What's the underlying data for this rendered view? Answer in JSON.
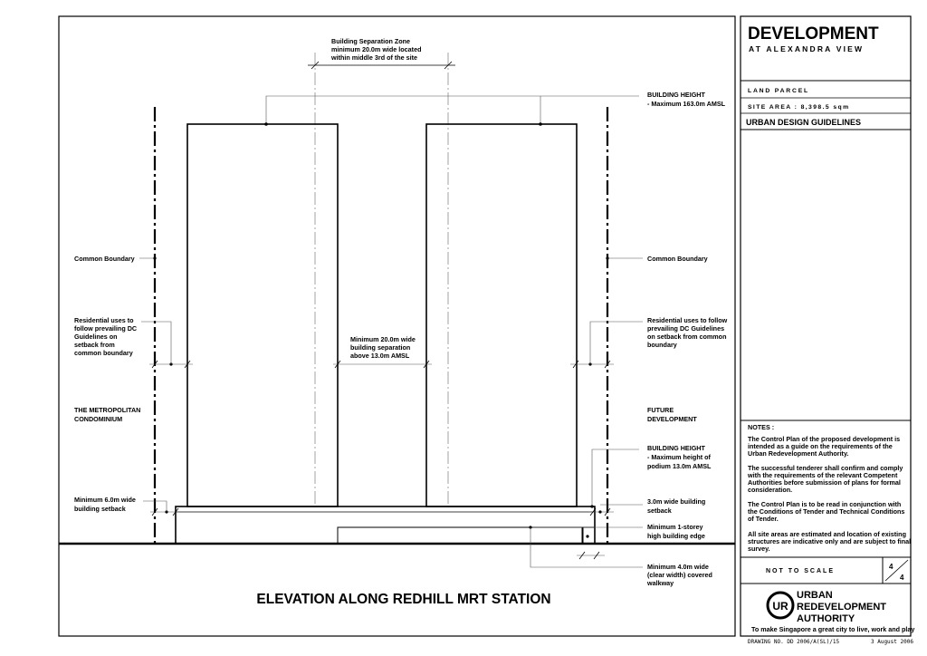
{
  "drawing": {
    "title": "ELEVATION ALONG REDHILL MRT STATION",
    "labels": {
      "separation_zone": [
        "Building Separation Zone",
        "minimum 20.0m wide located",
        "within middle 3rd of the site"
      ],
      "building_height": [
        "BUILDING HEIGHT",
        "- Maximum 163.0m AMSL"
      ],
      "common_boundary_left": "Common Boundary",
      "common_boundary_right": "Common Boundary",
      "residential_left": [
        "Residential uses to",
        "follow prevailing DC",
        "Guidelines on",
        "setback from",
        "common boundary"
      ],
      "residential_right": [
        "Residential uses to follow",
        "prevailing DC  Guidelines",
        "on setback from common",
        "boundary"
      ],
      "min_separation": [
        "Minimum 20.0m wide",
        "building separation",
        "above 13.0m AMSL"
      ],
      "metropolitan": [
        "THE METROPOLITAN",
        "CONDOMINIUM"
      ],
      "future": [
        "FUTURE",
        "DEVELOPMENT"
      ],
      "podium_height": [
        "BUILDING HEIGHT",
        "- Maximum height of",
        "  podium 13.0m AMSL"
      ],
      "min_setback": [
        "Minimum 6.0m wide",
        "building setback"
      ],
      "setback_3m": [
        "3.0m wide building",
        "setback"
      ],
      "storey_edge": [
        "Minimum 1-storey",
        "high building edge"
      ],
      "walkway": [
        "Minimum 4.0m wide",
        "(clear width) covered",
        "walkway"
      ]
    }
  },
  "title_block": {
    "heading": "DEVELOPMENT",
    "subheading": "AT  ALEXANDRA  VIEW",
    "land_parcel": "LAND PARCEL",
    "site_area": "SITE AREA : 8,398.5 sqm",
    "guidelines": "URBAN   DESIGN   GUIDELINES",
    "notes_heading": "NOTES :",
    "notes": [
      [
        "The Control Plan of the proposed development is",
        "intended as a guide on the requirements of the",
        "Urban Redevelopment Authority."
      ],
      [
        "The successful tenderer shall confirm and comply",
        "with the requirements of the relevant Competent",
        "Authorities before submission of plans for formal",
        "consideration."
      ],
      [
        "The Control Plan is to be read in conjunction with",
        "the Conditions of Tender and Technical Conditions",
        "of Tender."
      ],
      [
        "All site areas are estimated and location of existing",
        "structures are indicative only and are subject to final",
        "survey."
      ]
    ],
    "scale": "NOT  TO  SCALE",
    "sheet_num": "4",
    "sheet_total": "4",
    "logo_mark": "UR",
    "logo_lines": [
      "URBAN",
      "REDEVELOPMENT",
      "AUTHORITY"
    ],
    "tagline": "To make Singapore a great city to live, work and play",
    "drawing_no": "DRAWING NO. DD 2006/A(SL)/15",
    "date": "3 August 2006"
  }
}
